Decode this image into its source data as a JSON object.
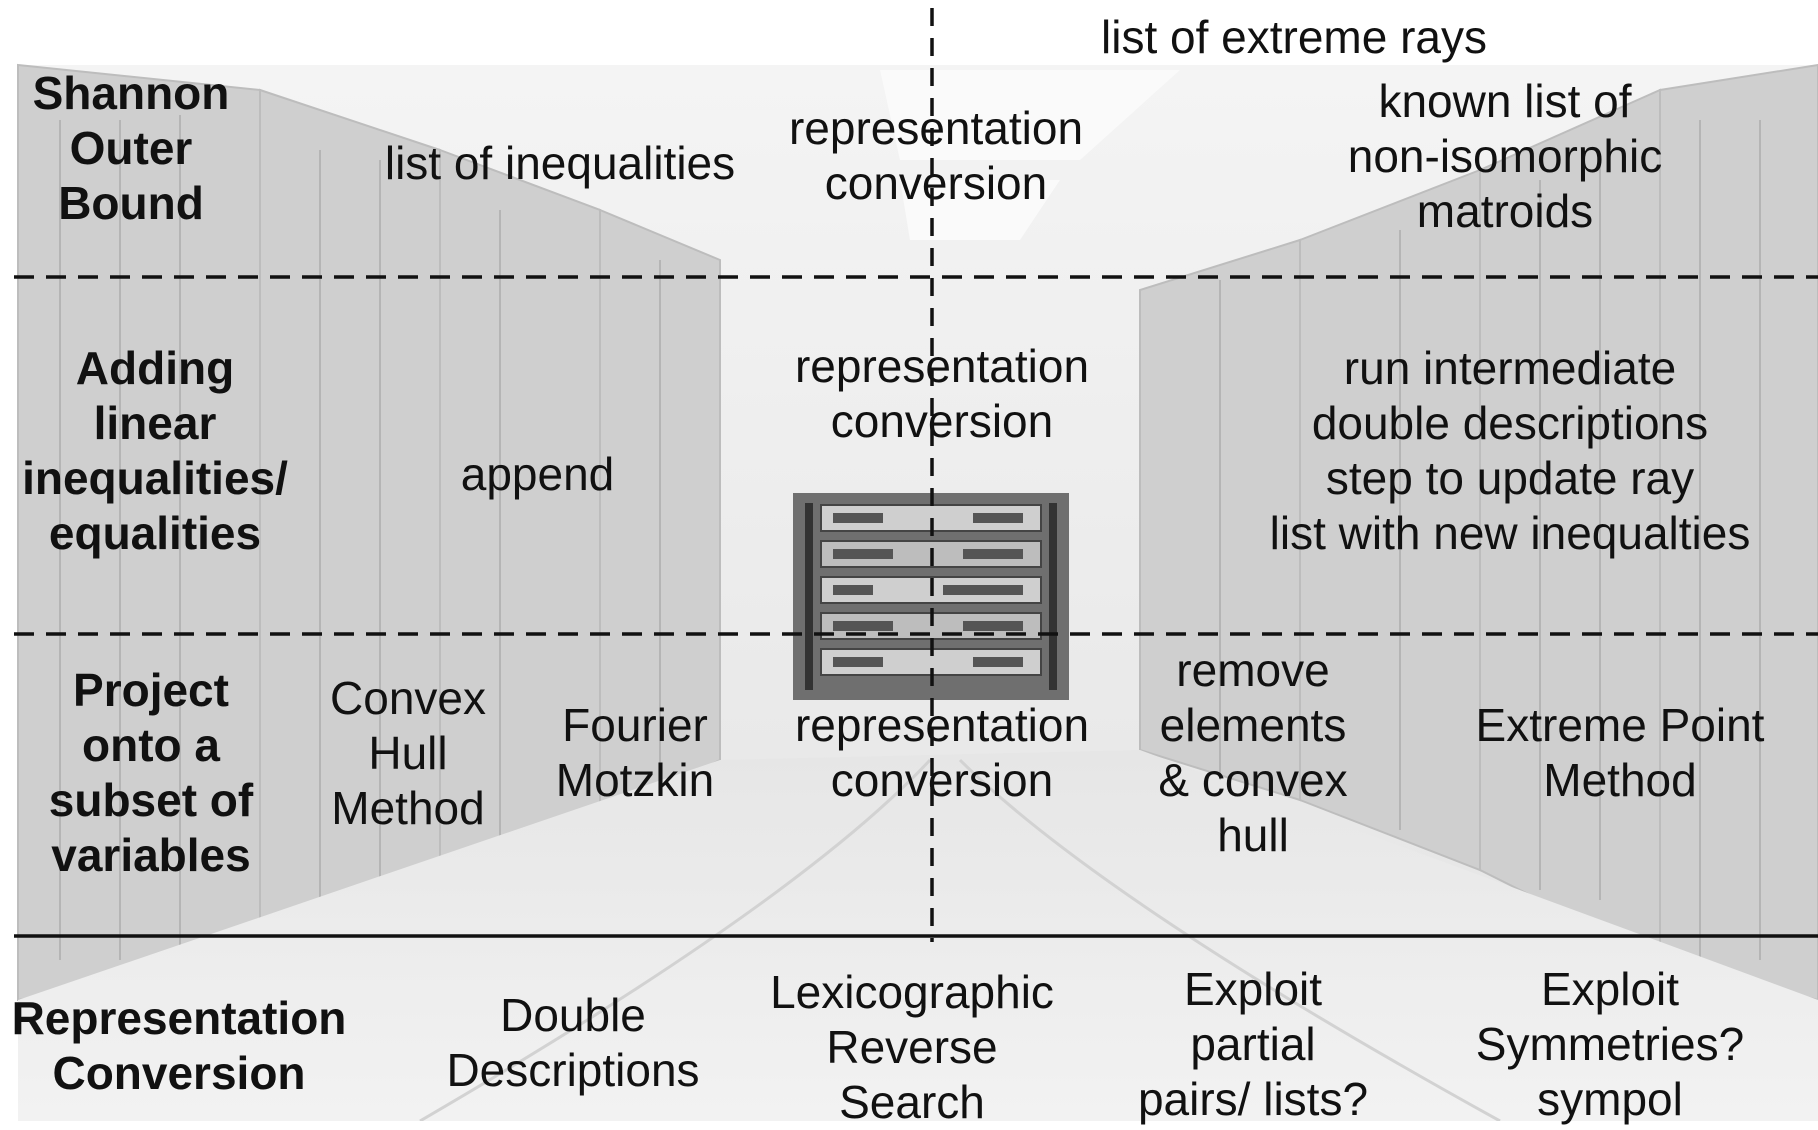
{
  "header": {
    "extreme_rays": "list of extreme rays"
  },
  "rows": {
    "shannon": {
      "label": "Shannon\nOuter\nBound",
      "inequalities": "list of inequalities",
      "conversion": "representation\nconversion",
      "matroids": "known list of\nnon-isomorphic\nmatroids"
    },
    "adding": {
      "label": "Adding\nlinear\ninequalities/\nequalities",
      "append": "append",
      "conversion": "representation\nconversion",
      "double_desc_step": "run intermediate\ndouble descriptions\nstep to update ray\nlist with new inequalties"
    },
    "project": {
      "label": "Project\nonto a\nsubset of\nvariables",
      "convex_hull": "Convex\nHull\nMethod",
      "fourier": "Fourier\nMotzkin",
      "conversion": "representation\nconversion",
      "remove": "remove\nelements\n& convex\nhull",
      "extreme_point": "Extreme Point\nMethod"
    },
    "repconv": {
      "label": "Representation\nConversion",
      "double_desc": "Double\nDescriptions",
      "lexicographic": "Lexicographic\nReverse\nSearch",
      "partial": "Exploit\npartial\npairs/ lists?",
      "symmetries": "Exploit\nSymmetries?\nsympol"
    }
  },
  "colors": {
    "background": "#d9d9d9",
    "line": "#111111",
    "rack": "#6f6f6f"
  },
  "icons": {
    "center_image": "server-rack-icon",
    "background": "data-center-background"
  }
}
